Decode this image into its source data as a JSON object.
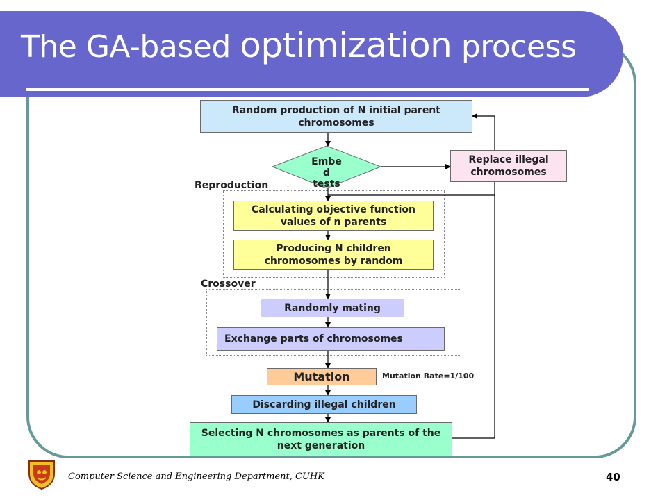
{
  "title": {
    "part1": "The GA-based ",
    "part2": "optimization",
    "part3": " process"
  },
  "colors": {
    "title_bar": "#6666cc",
    "frame": "#669999",
    "blue_box": "#cce8fb",
    "pink_box": "#fbe3f0",
    "yellow_box": "#ffff99",
    "lavender_box": "#ccccff",
    "orange_box": "#ffcc99",
    "green_box": "#99ffcc"
  },
  "diagram": {
    "start_box": "Random production of N initial parent chromosomes",
    "decision": "Embe\nd\ntests",
    "replace_box": "Replace illegal chromosomes",
    "reproduction_label": "Reproduction",
    "calc_box": "Calculating objective function values of n parents",
    "produce_box": "Producing N children chromosomes by random",
    "crossover_label": "Crossover",
    "mating_box": "Randomly mating",
    "exchange_box": "Exchange parts of chromosomes",
    "mutation_box": "Mutation",
    "mutation_rate": "Mutation Rate=1/100",
    "discard_box": "Discarding illegal children",
    "select_box": "Selecting N chromosomes as parents of the next generation"
  },
  "footer": {
    "department": "Computer Science and Engineering Department, CUHK",
    "page_number": "40"
  },
  "icons": {
    "logo": "cuhk-crest-icon"
  }
}
